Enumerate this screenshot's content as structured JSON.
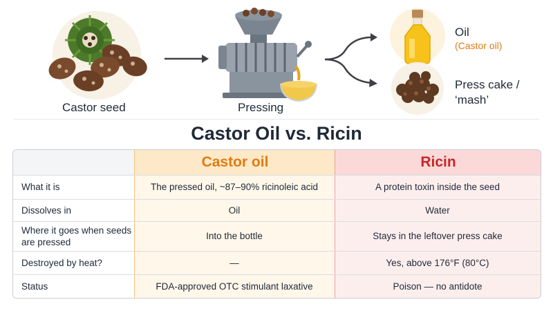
{
  "flow": {
    "step1": "Castor seed",
    "step2": "Pressing",
    "out1": "Oil",
    "out1_sub": "(Castor oil)",
    "out2": "Press cake /\n‘mash’"
  },
  "title": "Castor Oil vs. Ricin",
  "table": {
    "headers": [
      "",
      "Castor oil",
      "Ricin"
    ],
    "rows": [
      {
        "label": "What it is",
        "castor": "The pressed oil, ~87–90% ricinoleic acid",
        "ricin": "A protein toxin inside the seed"
      },
      {
        "label": "Dissolves in",
        "castor": "Oil",
        "ricin": "Water"
      },
      {
        "label": "Where it goes when seeds are pressed",
        "castor": "Into the bottle",
        "ricin": "Stays in the leftover press cake"
      },
      {
        "label": "Destroyed by heat?",
        "castor": "—",
        "ricin": "Yes, above 176°F (80°C)"
      },
      {
        "label": "Status",
        "castor": "FDA-approved OTC stimulant laxative",
        "ricin": "Poison — no antidote"
      }
    ]
  },
  "colors": {
    "castor_accent": "#e07b12",
    "ricin_accent": "#c62828",
    "castor_bg": "#fff7ea",
    "ricin_bg": "#fdeeee"
  },
  "icons": [
    "castor-seed-icon",
    "arrow-right-icon",
    "oil-press-icon",
    "branch-arrow-icon",
    "oil-bottle-icon",
    "press-cake-icon"
  ]
}
